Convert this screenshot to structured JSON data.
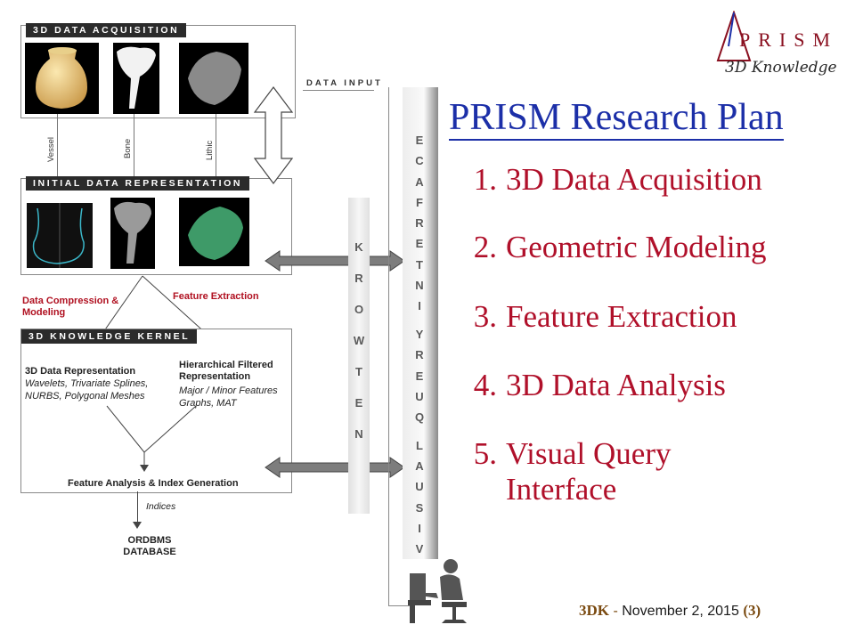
{
  "diagram": {
    "acquisition_header": "3D DATA ACQUISITION",
    "data_input_label": "DATA INPUT",
    "sample_labels": [
      "Vessel",
      "Bone",
      "Lithic"
    ],
    "representation_header": "INITIAL DATA REPRESENTATION",
    "compression_label": "Data Compression & Modeling",
    "feature_extraction_label": "Feature Extraction",
    "kernel_header": "3D KNOWLEDGE KERNEL",
    "data_rep_title": "3D Data Representation",
    "data_rep_detail": "Wavelets, Trivariate Splines, NURBS, Polygonal Meshes",
    "hier_title": "Hierarchical Filtered Representation",
    "hier_detail": "Major / Minor Features Graphs, MAT",
    "analysis_label": "Feature Analysis & Index Generation",
    "indices_label": "Indices",
    "database_label": "ORDBMS DATABASE",
    "network_letters": [
      "K",
      "R",
      "O",
      "W",
      "T",
      "E",
      "N"
    ],
    "vqi_letters": [
      "E",
      "C",
      "A",
      "F",
      "R",
      "E",
      "T",
      "N",
      "I",
      " ",
      "Y",
      "R",
      "E",
      "U",
      "Q",
      " ",
      "L",
      "A",
      "U",
      "S",
      "I",
      "V"
    ]
  },
  "logo": {
    "brand": "PRISM",
    "subtitle": "3D Knowledge"
  },
  "slide": {
    "title": "PRISM Research Plan",
    "items": [
      {
        "num": "1.",
        "text": "3D Data Acquisition"
      },
      {
        "num": "2.",
        "text": "Geometric Modeling"
      },
      {
        "num": "3.",
        "text": "Feature Extraction"
      },
      {
        "num": "4.",
        "text": "3D Data Analysis"
      },
      {
        "num": "5.",
        "text": "Visual Query Interface"
      }
    ]
  },
  "footer": {
    "brand": "3DK",
    "separator": " - ",
    "date": "November 2, 2015",
    "page": "(3)"
  },
  "colors": {
    "title_blue": "#1c2fa8",
    "item_red": "#b0102a",
    "footer_brown": "#7a4a10"
  }
}
